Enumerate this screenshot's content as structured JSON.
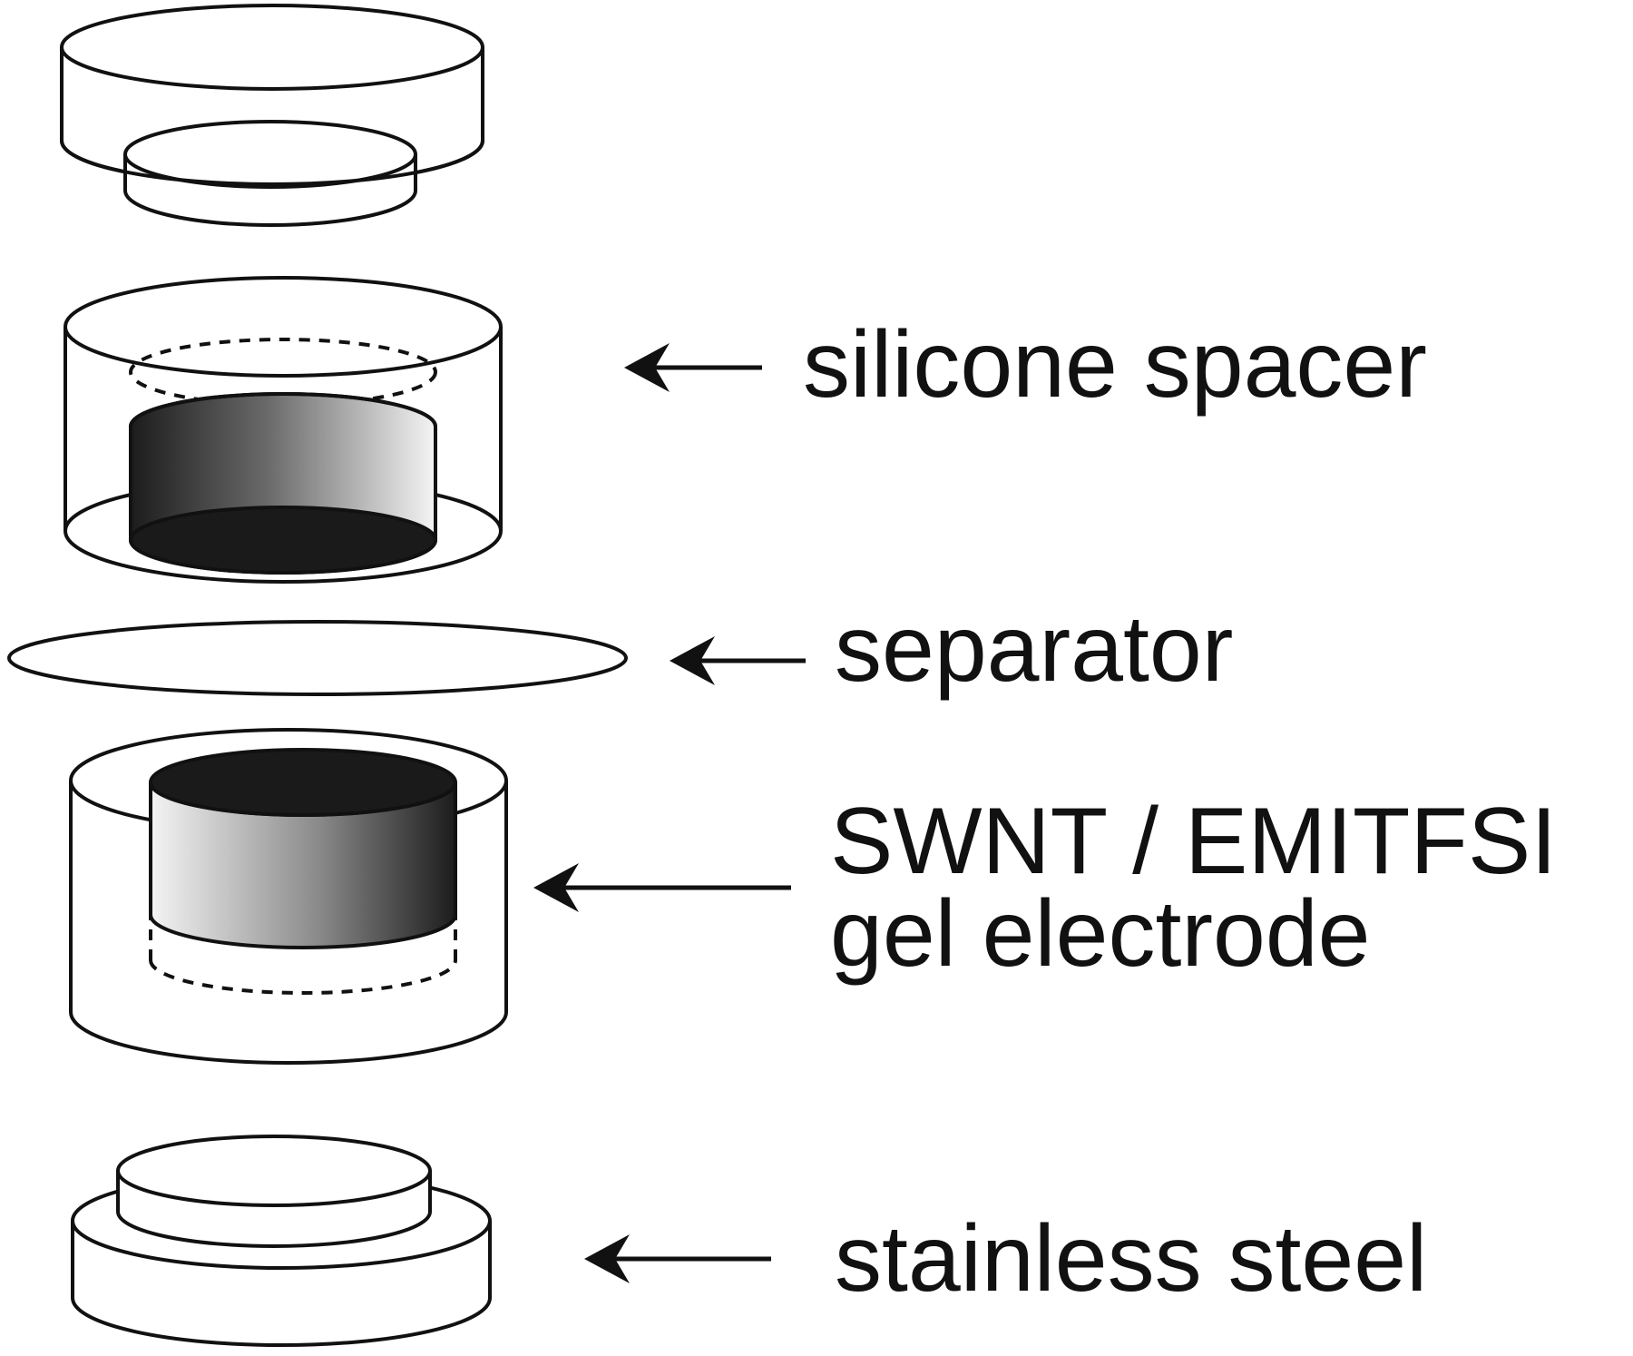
{
  "labels": {
    "silicone_spacer": "silicone spacer",
    "separator": "separator",
    "electrode_line1": "SWNT / EMITFSI",
    "electrode_line2": "gel electrode",
    "stainless_steel": "stainless steel"
  },
  "colors": {
    "stroke": "#111111",
    "background": "#ffffff",
    "electrode_dark": "#1a1a1a",
    "electrode_light": "#f2f2f2"
  }
}
